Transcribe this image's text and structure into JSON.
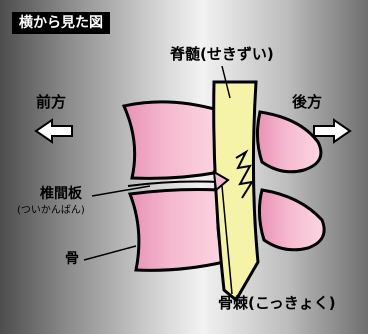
{
  "title": "横から見た図",
  "labels": {
    "spinal_cord": "脊髄(せきずい)",
    "front": "前方",
    "back": "後方",
    "disc": "椎間板",
    "disc_reading": "(ついかんばん)",
    "bone": "骨",
    "bone_spur": "骨棘(こっきょく)"
  },
  "icons": {
    "front_arrow": "arrow-left-icon",
    "back_arrow": "arrow-right-icon"
  },
  "colors": {
    "bone": "#f6b9cf",
    "bone_shade": "#e48fb0",
    "spinal_cord": "#f5f3a8",
    "outline": "#000000",
    "title_bg": "#000000",
    "title_text": "#ffffff"
  }
}
